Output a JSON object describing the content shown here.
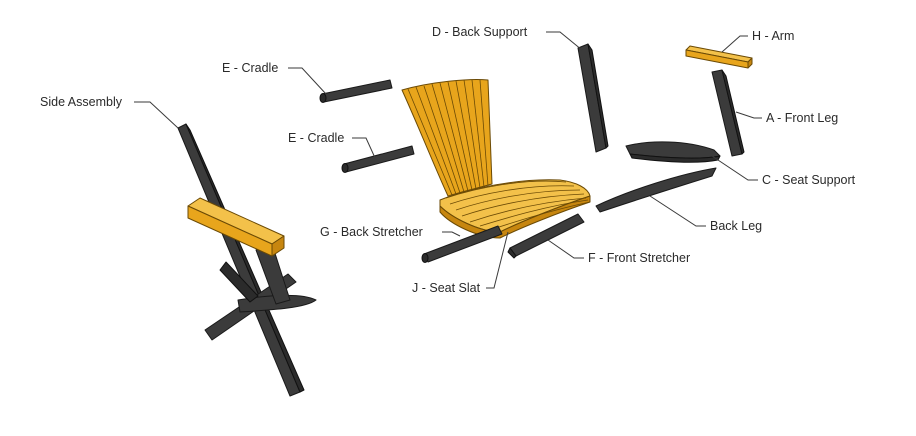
{
  "labels": {
    "side_assembly": "Side Assembly",
    "cradle_top": "E - Cradle",
    "cradle_mid": "E - Cradle",
    "back_support": "D - Back Support",
    "arm": "H - Arm",
    "front_leg": "A - Front Leg",
    "seat_support": "C - Seat Support",
    "back_leg": "Back Leg",
    "back_stretcher": "G - Back Stretcher",
    "front_stretcher": "F - Front Stretcher",
    "seat_slat": "J - Seat Slat"
  },
  "colors": {
    "wood_part": "#e8a51c",
    "dark_part": "#3b3b3b"
  }
}
